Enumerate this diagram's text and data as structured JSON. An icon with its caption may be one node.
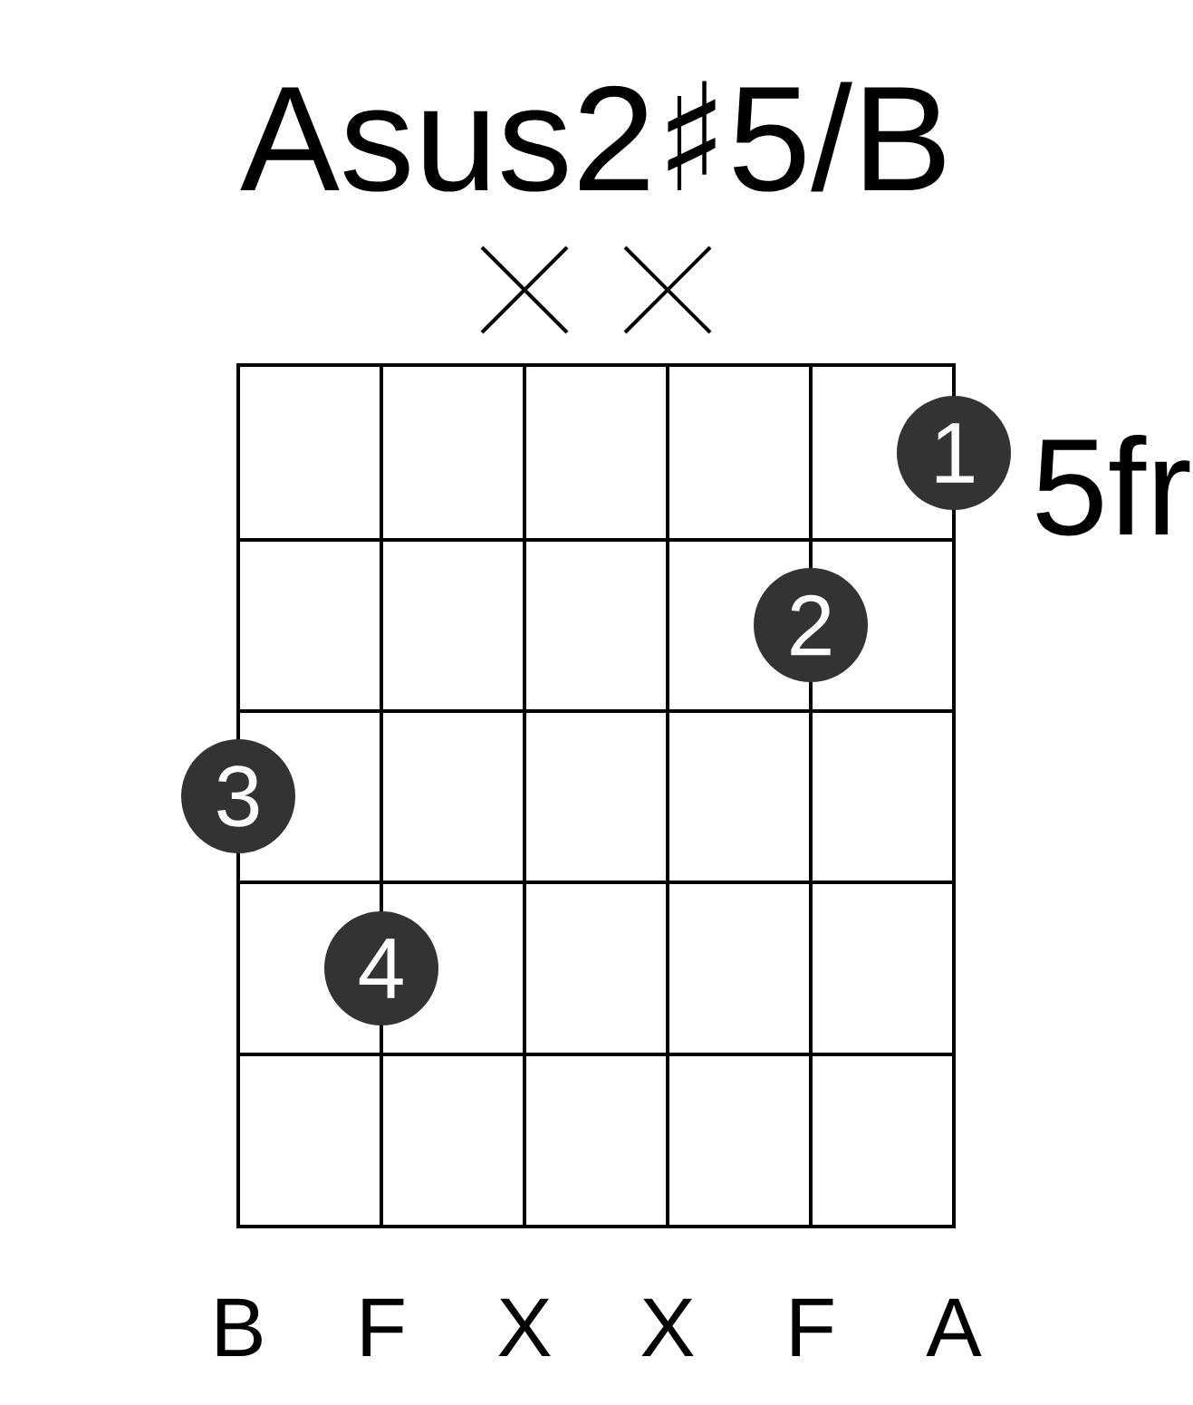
{
  "diagram": {
    "title": "Asus2♯5/B",
    "nodes": [
      {
        "text": [
          "1"
        ]
      },
      {
        "text": [
          "2"
        ]
      },
      {
        "text": [
          "3"
        ]
      },
      {
        "text": [
          "4"
        ]
      }
    ],
    "labels": [
      "5fr",
      "B",
      "F",
      "X",
      "X",
      "F",
      "A"
    ]
  }
}
